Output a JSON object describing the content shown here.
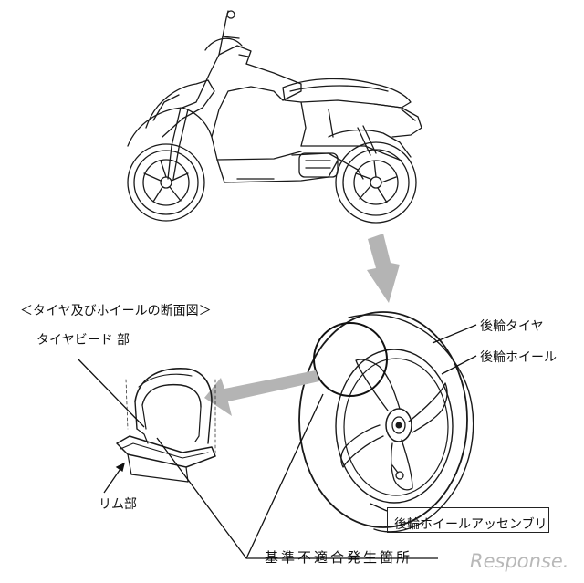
{
  "diagram": {
    "heading": "＜タイヤ及びホイールの断面図＞",
    "labels": {
      "tire_bead": "タイヤビード 部",
      "rim": "リム部",
      "rear_tire": "後輪タイヤ",
      "rear_wheel": "後輪ホイール",
      "rear_wheel_assembly": "後輪ホイールアッセンブリ",
      "defect_location": "基準不適合発生箇所"
    },
    "watermark": "Response."
  },
  "colors": {
    "line": "#1a1a1a",
    "arrow": "#b4b4b4",
    "watermark": "#b8b8b8"
  }
}
